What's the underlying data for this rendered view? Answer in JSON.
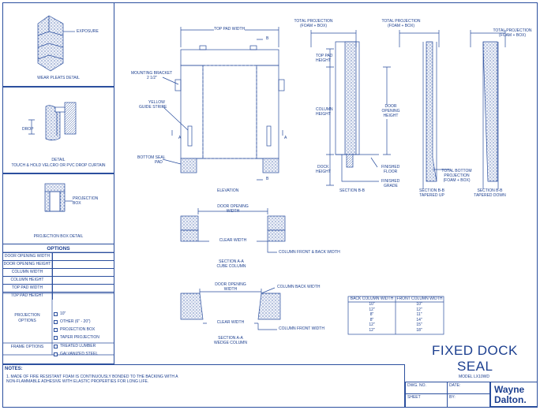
{
  "details": {
    "wear_pleats": {
      "title": "WEAR PLEATS DETAIL",
      "exposure": "EXPOSURE"
    },
    "drop": {
      "label": "DROP",
      "title": "DETAIL",
      "subtitle": "TOUCH & HOLD VELCRO OR PVC DROP CURTAIN"
    },
    "projection_box": {
      "label_line1": "PROJECTION",
      "label_line2": "BOX",
      "title": "PROJECTION BOX DETAIL"
    }
  },
  "options": {
    "title": "OPTIONS",
    "rows": [
      "DOOR OPENING WIDTH",
      "DOOR OPENING HEIGHT",
      "COLUMN WIDTH",
      "COLUMN HEIGHT",
      "TOP PAD WIDTH",
      "TOP PAD HEIGHT"
    ],
    "projection_label_1": "PROJECTION",
    "projection_label_2": "OPTIONS",
    "projection_choices": [
      "10\"",
      "OTHER (6\" - 20\")",
      "PROJECTION BOX",
      "TAPER PROJECTION"
    ],
    "frame_label": "FRAME OPTIONS",
    "frame_choices": [
      "TREATED LUMBER",
      "GALVANIZED STEEL"
    ]
  },
  "notes": {
    "title": "NOTES:",
    "line1": "1. MADE OF FIRE RESISTANT FOAM IS CONTINUOUSLY BONDED TO THE BACKING WITH A",
    "line2": "NON-FLAMMABLE ADHESIVE WITH ELASTIC PROPERTIES FOR LONG LIFE."
  },
  "elevation": {
    "top_pad_width": "TOP PAD WIDTH",
    "mounting_bracket_1": "MOUNTING BRACKET",
    "mounting_bracket_2": "2 1/2\"",
    "yellow_guide_1": "YELLOW",
    "yellow_guide_2": "GUIDE STRIPE",
    "bottom_seal_1": "BOTTOM SEAL",
    "bottom_seal_2": "PAD",
    "marker_b": "B",
    "marker_a": "A",
    "title": "ELEVATION"
  },
  "section_bb": {
    "total_projection_1": "TOTAL PROJECTION",
    "total_projection_2": "(FOAM + BOX)",
    "top_pad_height_1": "TOP PAD",
    "top_pad_height_2": "HEIGHT",
    "column_height_1": "COLUMN",
    "column_height_2": "HEIGHT",
    "door_opening_1": "DOOR",
    "door_opening_2": "OPENING",
    "door_opening_3": "HEIGHT",
    "dock_height_1": "DOCK",
    "dock_height_2": "HEIGHT",
    "finished_floor_1": "FINISHED",
    "finished_floor_2": "FLOOR",
    "finished_grade_1": "FINISHED",
    "finished_grade_2": "GRADE",
    "title": "SECTION B-B"
  },
  "tapered_up": {
    "total_projection_1": "TOTAL PROJECTION",
    "total_projection_2": "(FOAM + BOX)",
    "bottom_1": "TOTAL BOTTOM",
    "bottom_2": "PROJECTION",
    "bottom_3": "(FOAM + BOX)",
    "title_1": "SECTION B-B",
    "title_2": "TAPERED UP"
  },
  "tapered_down": {
    "total_projection_1": "TOTAL PROJECTION",
    "total_projection_2": "(FOAM + BOX)",
    "title_1": "SECTION B-B",
    "title_2": "TAPERED DOWN"
  },
  "section_aa_cube": {
    "door_opening_1": "DOOR OPENING",
    "door_opening_2": "WIDTH",
    "clear_width": "CLEAR WIDTH",
    "column_front_back": "COLUMN FRONT & BACK WIDTH",
    "title_1": "SECTION A-A",
    "title_2": "CUBE COLUMN"
  },
  "section_aa_wedge": {
    "door_opening_1": "DOOR OPENING",
    "door_opening_2": "WIDTH",
    "column_back": "COLUMN BACK WIDTH",
    "clear_width": "CLEAR WIDTH",
    "column_front": "COLUMN FRONT WIDTH",
    "title_1": "SECTION A-A",
    "title_2": "WEDGE COLUMN"
  },
  "column_table": {
    "headers": [
      "BACK COLUMN WIDTH",
      "FRONT COLUMN WIDTH"
    ],
    "rows": [
      [
        "10\"",
        "10\""
      ],
      [
        "12\"",
        "12\""
      ],
      [
        "8\"",
        "11\""
      ],
      [
        "8\"",
        "14\""
      ],
      [
        "12\"",
        "15\""
      ],
      [
        "12\"",
        "18\""
      ]
    ]
  },
  "title_block": {
    "title_1": "FIXED DOCK",
    "title_2": "SEAL",
    "model": "MODEL LX10WD",
    "dwg_no": "DWG. NO.",
    "date": "DATE:",
    "sheet": "SHEET",
    "by": "BY:",
    "logo_1": "Wayne",
    "logo_2": "Dalton."
  }
}
